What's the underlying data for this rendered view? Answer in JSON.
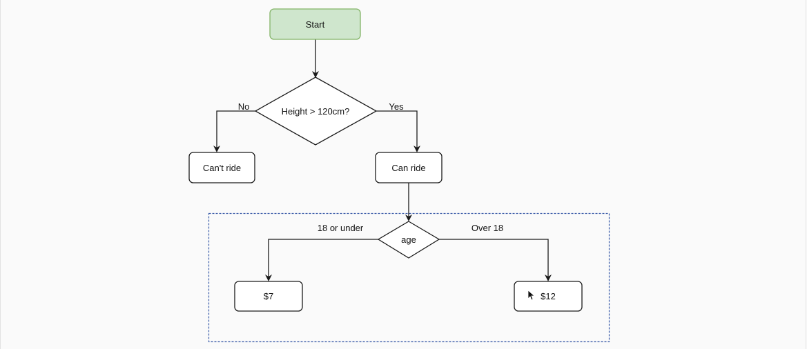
{
  "diagram": {
    "nodes": {
      "start": "Start",
      "height_decision": "Height > 120cm?",
      "cant_ride": "Can't ride",
      "can_ride": "Can ride",
      "age_decision": "age",
      "price_7": "$7",
      "price_12": "$12"
    },
    "edges": {
      "no": "No",
      "yes": "Yes",
      "under_18": "18 or under",
      "over_18": "Over 18"
    }
  },
  "colors": {
    "start_fill": "#cfe6cd",
    "start_stroke": "#82b366",
    "selection_stroke": "#3a5ba8",
    "line": "#1a1a1a"
  }
}
